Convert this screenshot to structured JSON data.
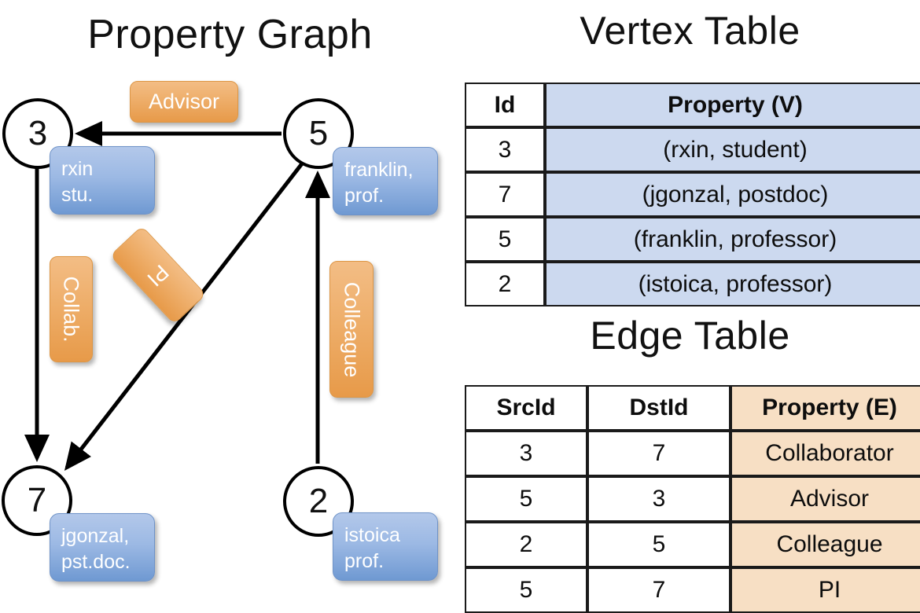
{
  "titles": {
    "property_graph": "Property Graph",
    "vertex_table": "Vertex Table",
    "edge_table": "Edge Table"
  },
  "graph": {
    "nodes": [
      {
        "id": "3",
        "property_lines": [
          "rxin",
          "stu."
        ]
      },
      {
        "id": "5",
        "property_lines": [
          "franklin,",
          "prof."
        ]
      },
      {
        "id": "7",
        "property_lines": [
          "jgonzal,",
          "pst.doc."
        ]
      },
      {
        "id": "2",
        "property_lines": [
          "istoica",
          "prof."
        ]
      }
    ],
    "edge_labels": [
      {
        "name": "advisor",
        "text": "Advisor"
      },
      {
        "name": "collab",
        "text": "Collab."
      },
      {
        "name": "pi",
        "text": "PI"
      },
      {
        "name": "colleague",
        "text": "Colleague"
      }
    ]
  },
  "vertex_table": {
    "headers": [
      "Id",
      "Property (V)"
    ],
    "rows": [
      {
        "id": "3",
        "property": "(rxin, student)"
      },
      {
        "id": "7",
        "property": "(jgonzal, postdoc)"
      },
      {
        "id": "5",
        "property": "(franklin, professor)"
      },
      {
        "id": "2",
        "property": "(istoica, professor)"
      }
    ]
  },
  "edge_table": {
    "headers": [
      "SrcId",
      "DstId",
      "Property (E)"
    ],
    "rows": [
      {
        "src": "3",
        "dst": "7",
        "property": "Collaborator"
      },
      {
        "src": "5",
        "dst": "3",
        "property": "Advisor"
      },
      {
        "src": "2",
        "dst": "5",
        "property": "Colleague"
      },
      {
        "src": "5",
        "dst": "7",
        "property": "PI"
      }
    ]
  },
  "colors": {
    "vertex_property_fill": "#ccd9ef",
    "edge_property_fill": "#f7dfc4",
    "node_box_blue": "#9cb9e4",
    "edge_label_orange": "#eeae6a",
    "stroke": "#000000"
  }
}
